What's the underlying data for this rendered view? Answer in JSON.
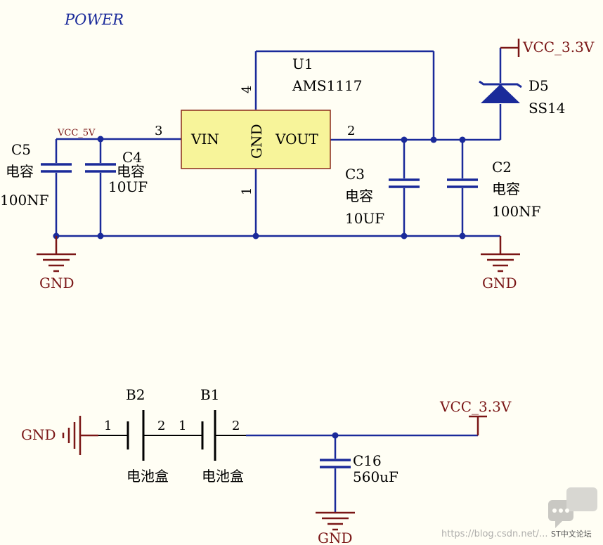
{
  "title": "POWER",
  "u1": {
    "designator": "U1",
    "value": "AMS1117",
    "pin_vin": "VIN",
    "pin_gnd": "GND",
    "pin_vout": "VOUT",
    "pin3": "3",
    "pin4": "4",
    "pin2": "2",
    "pin1": "1"
  },
  "c5": {
    "designator": "C5",
    "type": "电容",
    "value": "100NF"
  },
  "c4": {
    "designator": "C4",
    "type": "电容",
    "value": "10UF"
  },
  "c3": {
    "designator": "C3",
    "type": "电容",
    "value": "10UF"
  },
  "c2": {
    "designator": "C2",
    "type": "电容",
    "value": "100NF"
  },
  "d5": {
    "designator": "D5",
    "value": "SS14"
  },
  "c16": {
    "designator": "C16",
    "value": "560uF"
  },
  "b2": {
    "designator": "B2",
    "type": "电池盒",
    "pin1": "1",
    "pin2": "2"
  },
  "b1": {
    "designator": "B1",
    "type": "电池盒",
    "pin1": "1",
    "pin2": "2"
  },
  "nets": {
    "vcc5": "VCC_5V",
    "vcc33_top": "VCC_3.3V",
    "vcc33_bottom": "VCC_3.3V",
    "gnd_left": "GND",
    "gnd_right": "GND",
    "gnd_batt": "GND",
    "gnd_c16": "GND"
  },
  "watermark": {
    "url": "https://blog.csdn.net/...",
    "brand": "ST中文论坛"
  },
  "colors": {
    "wire": "#1a2a9a",
    "net": "#7a1616",
    "ic_fill": "#f7f49a",
    "ic_border": "#8a2a1a",
    "background": "#fffef4"
  }
}
